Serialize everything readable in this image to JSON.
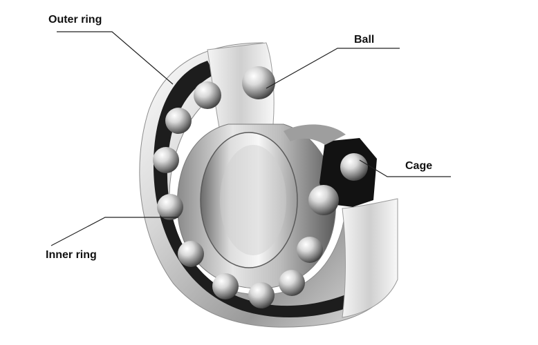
{
  "labels": {
    "outer_ring": "Outer ring",
    "ball": "Ball",
    "cage": "Cage",
    "inner_ring": "Inner ring"
  },
  "colors": {
    "leader_line": "#222222",
    "steel_light": "#f2f2f2",
    "steel_mid": "#bdbdbd",
    "steel_dark": "#6f6f6f",
    "groove": "#1c1c1c"
  }
}
